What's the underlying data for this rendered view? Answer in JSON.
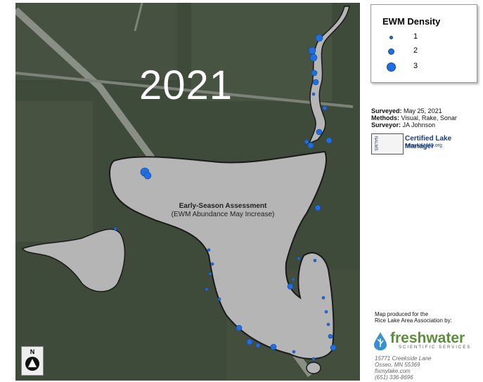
{
  "map": {
    "year": "2021",
    "assessment_title": "Early-Season Assessment",
    "assessment_subtitle": "(EWM Abundance May Increase)",
    "north_label": "N",
    "colors": {
      "lake": "#b5b5b5",
      "lake_outline": "#1a1a1a",
      "point": "#1f6fe0",
      "land": "#3d4a38",
      "road": "#8a8f86"
    }
  },
  "legend": {
    "title": "EWM Density",
    "items": [
      {
        "label": "1"
      },
      {
        "label": "2"
      },
      {
        "label": "3"
      }
    ]
  },
  "survey": {
    "surveyed_label": "Surveyed:",
    "surveyed_value": "May 25, 2021",
    "methods_label": "Methods:",
    "methods_value": "Visual, Rake, Sonar",
    "surveyor_label": "Surveyor:",
    "surveyor_value": "JA Johnson"
  },
  "certification": {
    "vertical": "NALMS",
    "title": "Certified Lake Manager",
    "url": "www.NALMS.org"
  },
  "credits": {
    "produced_line1": "Map produced for the",
    "produced_line2": "Rice Lake Area Association by:",
    "logo_word": "freshwater",
    "logo_sub": "SCIENTIFIC SERVICES",
    "address1": "15771 Creekside Lane",
    "address2": "Osseo, MN 55369",
    "website": "fixmylake.com",
    "phone": "(651) 336-8696"
  }
}
